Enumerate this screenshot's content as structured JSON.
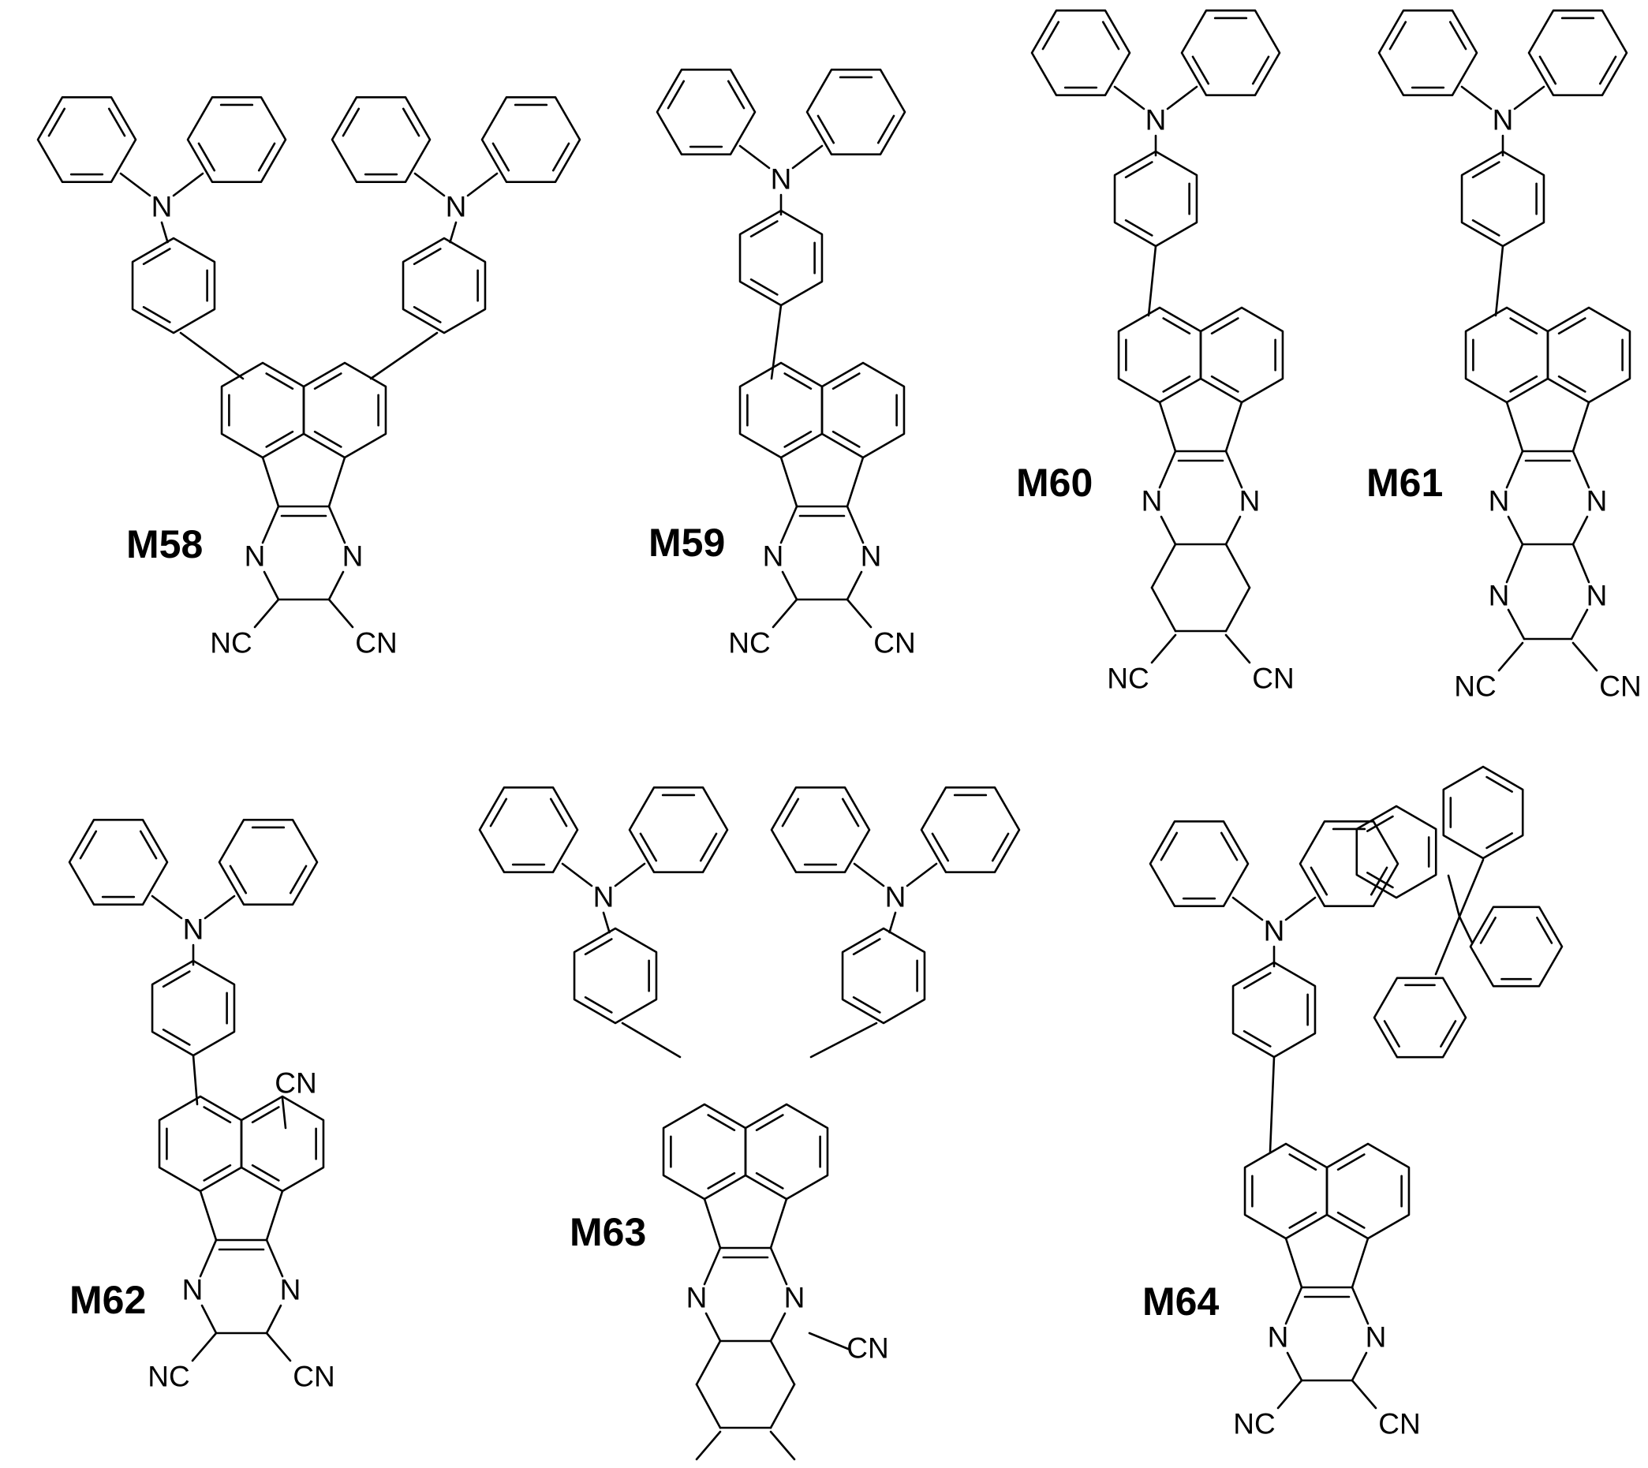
{
  "figure": {
    "compounds": [
      {
        "id": "M58",
        "label": "M58"
      },
      {
        "id": "M59",
        "label": "M59"
      },
      {
        "id": "M60",
        "label": "M60"
      },
      {
        "id": "M61",
        "label": "M61"
      },
      {
        "id": "M62",
        "label": "M62"
      },
      {
        "id": "M63",
        "label": "M63"
      },
      {
        "id": "M64",
        "label": "M64"
      }
    ],
    "atom_labels": {
      "nitrogen": "N",
      "nitrile_left": "NC",
      "nitrile_right": "CN"
    }
  }
}
